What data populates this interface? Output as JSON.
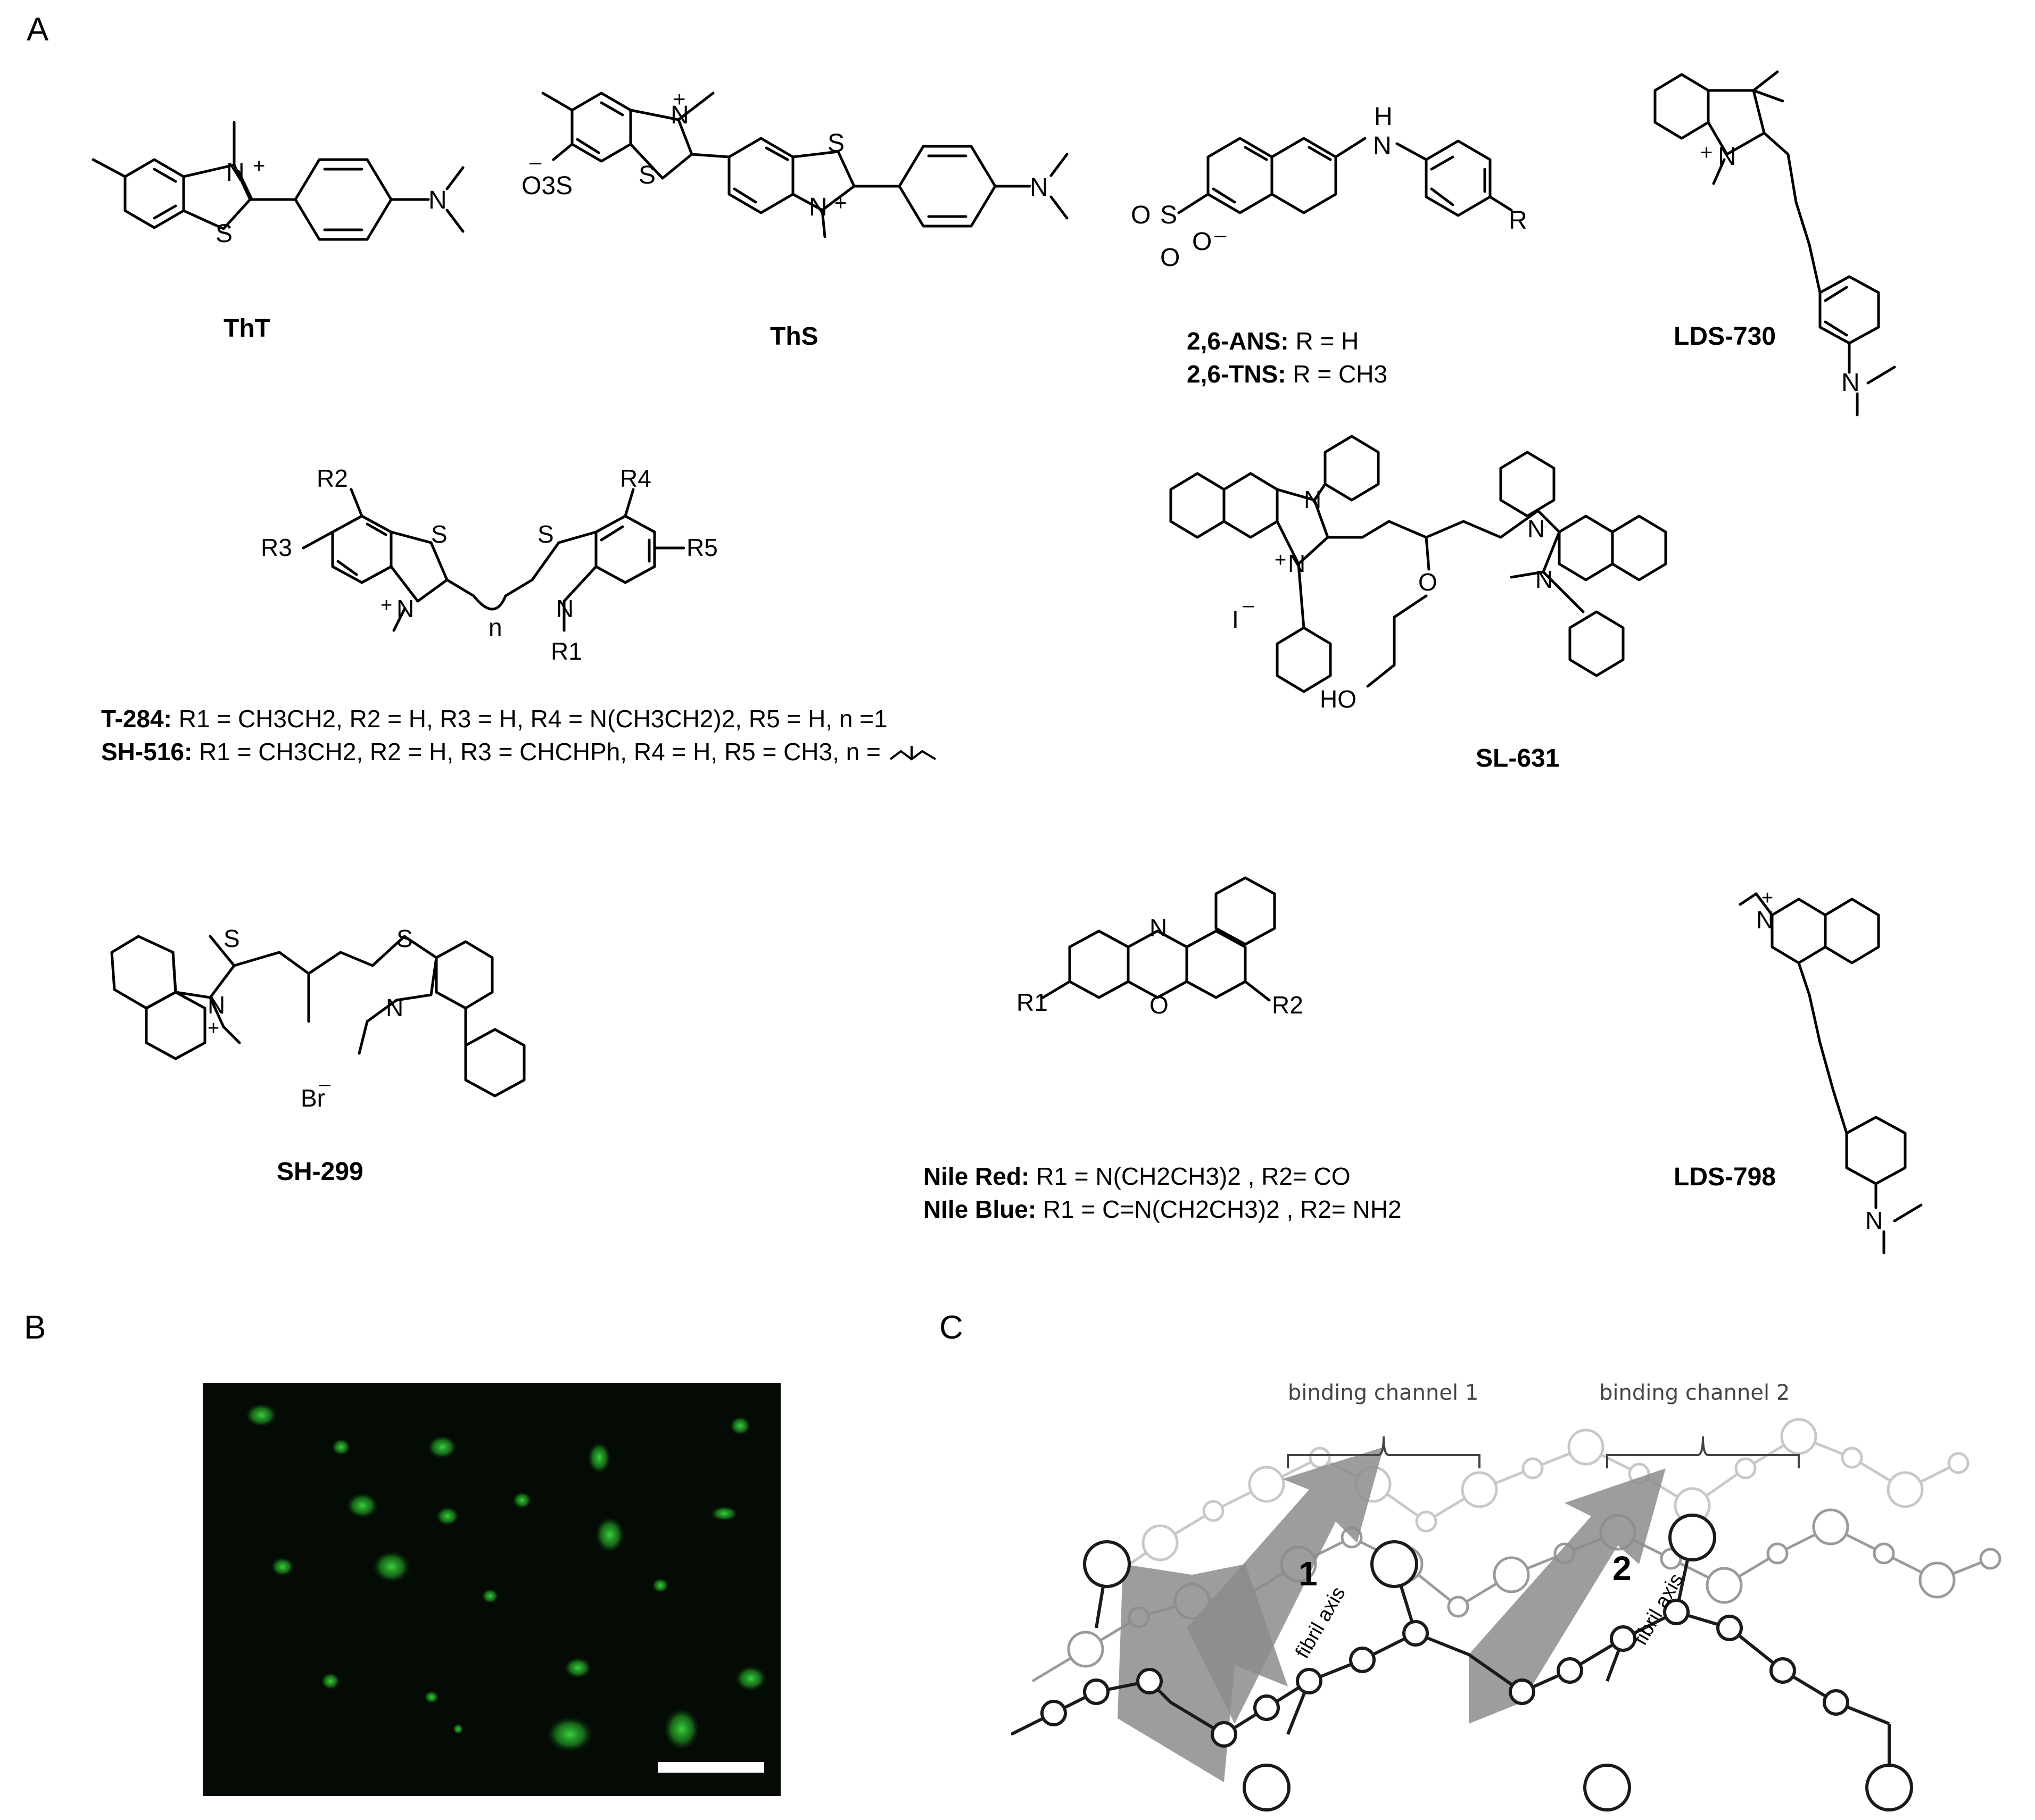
{
  "panels": {
    "a": "A",
    "b": "B",
    "c": "C"
  },
  "compounds": {
    "tht": "ThT",
    "ths": "ThS",
    "lds730": "LDS-730",
    "sl631": "SL-631",
    "sh299": "SH-299",
    "lds798": "LDS-798"
  },
  "ans": {
    "line1_name": "2,6-ANS:",
    "line1_value": "R = H",
    "line2_name": "2,6-TNS:",
    "line2_value": "R = CH3"
  },
  "t284_line": {
    "name": "T-284:",
    "value": "R1 = CH3CH2, R2 = H, R3 = H, R4 = N(CH3CH2)2, R5 = H, n =1"
  },
  "sh516_line": {
    "name": "SH-516:",
    "value": "R1 = CH3CH2, R2 = H, R3 = CHCHPh, R4 = H, R5 = CH3, n ="
  },
  "nile_red_line": {
    "name": "Nile Red:",
    "value": "R1 = N(CH2CH3)2 , R2= CO"
  },
  "nile_blue_line": {
    "name": "NIle Blue:",
    "value": "R1 = C=N(CH2CH3)2 , R2= NH2"
  },
  "atoms": {
    "n": "N",
    "s": "S",
    "o": "O",
    "h": "H",
    "plus": "+",
    "minus": "–",
    "so3": "O3S",
    "r": "R",
    "r1": "R1",
    "r2": "R2",
    "r3": "R3",
    "r4": "R4",
    "r5": "R5",
    "n_sub": "n",
    "iodide": "I",
    "bromide": "Br",
    "ho": "HO"
  },
  "panel_c": {
    "channel1": "binding channel 1",
    "channel2": "binding channel 2",
    "num1": "1",
    "num2": "2",
    "axis1": "fibril axis",
    "axis2": "fibril axis"
  },
  "colors": {
    "fluorescence": "#39d43c",
    "arrow": "#8c8c8c",
    "background": "#040a04"
  }
}
